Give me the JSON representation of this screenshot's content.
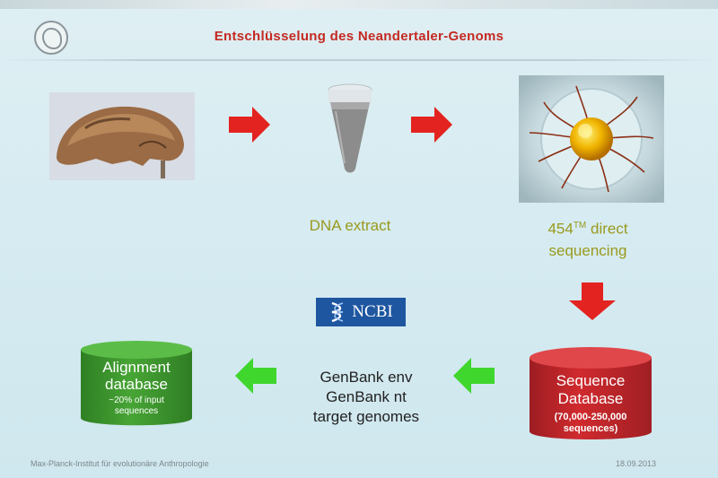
{
  "slide": {
    "title": "Entschlüsselung des Neandertaler-Genoms",
    "footer_left": "Max-Planck-Institut  für evolutionäre Anthropologie",
    "footer_right": "18.09.2013"
  },
  "steps": {
    "dna_extract": "DNA extract",
    "seq_line1_prefix": "454",
    "seq_line1_tm": "TM",
    "seq_line1_suffix": " direct",
    "seq_line2": "sequencing"
  },
  "ncbi": {
    "label": "NCBI"
  },
  "genbank": {
    "line1": "GenBank env",
    "line2": "GenBank nt",
    "line3": "target genomes"
  },
  "sequence_db": {
    "line1": "Sequence",
    "line2": "Database",
    "line3": "(70,000-250,000",
    "line4": "sequences)"
  },
  "alignment_db": {
    "line1": "Alignment",
    "line2": "database",
    "line3": "~20% of input",
    "line4": "sequences"
  },
  "colors": {
    "title_red": "#c42a22",
    "step_label": "#9a9a1e",
    "arrow_red": "#e3231f",
    "arrow_green": "#3fd62e",
    "seq_db_red": "#c8262b",
    "align_db_green": "#3a9a2c",
    "ncbi_blue": "#1e56a0"
  },
  "icons": [
    "max-planck-logo-icon",
    "ncbi-helix-icon"
  ]
}
